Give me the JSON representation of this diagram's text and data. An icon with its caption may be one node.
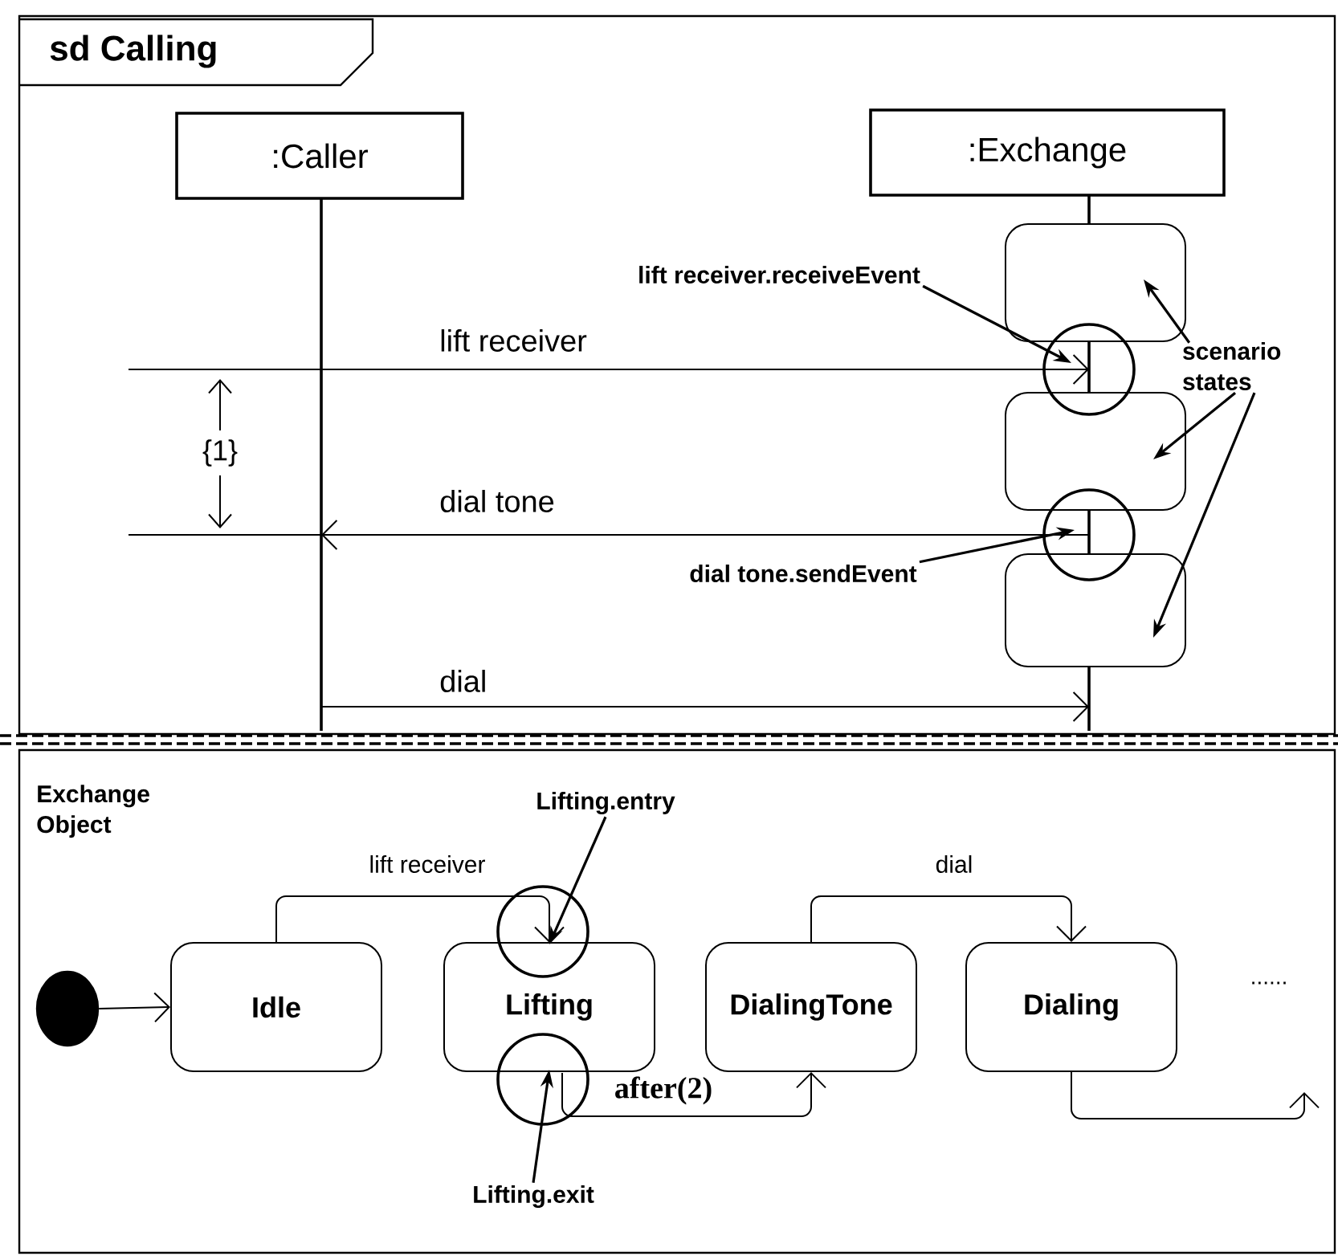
{
  "diagram": {
    "nodes": [
      {
        "text": [
          "sd Calling"
        ]
      },
      {
        "text": [
          ":Caller"
        ],
        "in": 0
      },
      {
        "text": [
          ":Exchange"
        ],
        "in": 0
      },
      {
        "text": [],
        "shape": "box",
        "in": 2
      },
      {
        "text": [],
        "shape": "box",
        "in": 2
      },
      {
        "text": [],
        "shape": "box",
        "in": 2
      },
      {
        "text": [],
        "shape": "circle",
        "in": 2
      },
      {
        "text": [],
        "shape": "circle",
        "in": 2
      },
      {
        "text": [
          "lift receiver.receiveEvent"
        ],
        "in": 0
      },
      {
        "text": [
          "dial tone.sendEvent"
        ],
        "in": 0
      },
      {
        "text": [
          "scenario states"
        ],
        "in": 0
      },
      {
        "text": [
          "Exchange Object"
        ]
      },
      {
        "text": [],
        "shape": "circle",
        "in": 11
      },
      {
        "text": [
          "Idle"
        ],
        "in": 11
      },
      {
        "text": [
          "Lifting"
        ],
        "in": 11
      },
      {
        "text": [
          "DialingTone"
        ],
        "in": 11
      },
      {
        "text": [
          "Dialing"
        ],
        "in": 11
      },
      {
        "text": [],
        "shape": "circle",
        "in": 11
      },
      {
        "text": [],
        "shape": "circle",
        "in": 11
      },
      {
        "text": [
          "Lifting.entry"
        ],
        "in": 11
      },
      {
        "text": [
          "Lifting.exit"
        ],
        "in": 11
      }
    ],
    "edges": [
      {
        "from": null,
        "to": 6,
        "arrow": "to",
        "label": "lift receiver"
      },
      {
        "from": 7,
        "to": 1,
        "arrow": "to",
        "label": "dial tone"
      },
      {
        "from": 1,
        "to": 2,
        "arrow": "to",
        "label": "dial"
      },
      {
        "from": 8,
        "to": 6,
        "arrow": "to"
      },
      {
        "from": 9,
        "to": 7,
        "arrow": "to"
      },
      {
        "from": 10,
        "to": 3,
        "arrow": "to"
      },
      {
        "from": 10,
        "to": 4,
        "arrow": "to"
      },
      {
        "from": 10,
        "to": 5,
        "arrow": "to"
      },
      {
        "from": 12,
        "to": 13,
        "arrow": "to"
      },
      {
        "from": 13,
        "to": 17,
        "arrow": "to",
        "label": "lift receiver"
      },
      {
        "from": 18,
        "to": 15,
        "arrow": "to",
        "label": "after(2)"
      },
      {
        "from": 15,
        "to": 16,
        "arrow": "to",
        "label": "dial"
      },
      {
        "from": 16,
        "to": null,
        "arrow": "to"
      },
      {
        "from": 19,
        "to": 17,
        "arrow": "to"
      },
      {
        "from": 20,
        "to": 18,
        "arrow": "to"
      }
    ],
    "labels": [
      "{1}",
      "......"
    ]
  }
}
